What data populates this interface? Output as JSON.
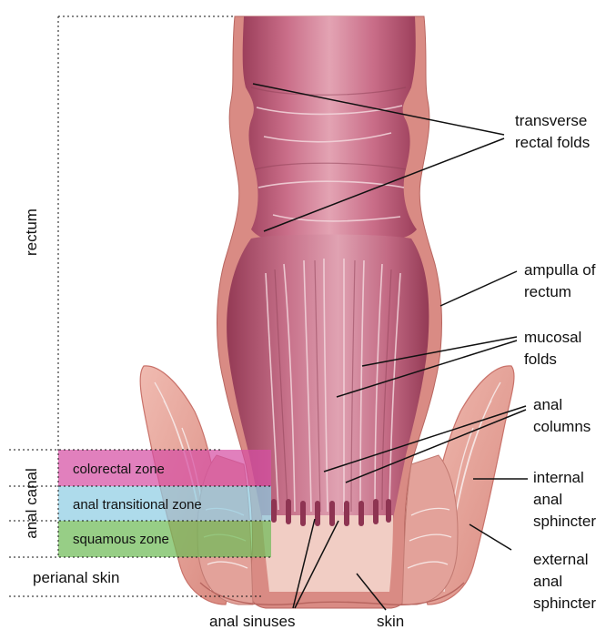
{
  "regions": {
    "rectum": "rectum",
    "anal_canal": "anal canal",
    "perianal_skin": "perianal skin"
  },
  "zones": [
    {
      "label": "colorectal zone",
      "color": "#d64fa3"
    },
    {
      "label": "anal transitional  zone",
      "color": "#8fcde3"
    },
    {
      "label": "squamous zone",
      "color": "#6fbb58"
    }
  ],
  "labels": {
    "transverse_rectal_folds": [
      "transverse",
      "rectal folds"
    ],
    "ampulla_of_rectum": [
      "ampulla of",
      "rectum"
    ],
    "mucosal_folds": [
      "mucosal",
      "folds"
    ],
    "anal_columns": [
      "anal",
      "columns"
    ],
    "internal_anal_sphincter": [
      "internal",
      "anal",
      "sphincter"
    ],
    "external_anal_sphincter": [
      "external",
      "anal",
      "sphincter"
    ],
    "anal_sinuses": "anal sinuses",
    "skin": "skin"
  },
  "colors": {
    "wall": "#d98b84",
    "lumen_dark": "#a34a64",
    "lumen_light": "#d8879e",
    "muscle": "#e6a59c",
    "skin": "#f1c8c0"
  }
}
